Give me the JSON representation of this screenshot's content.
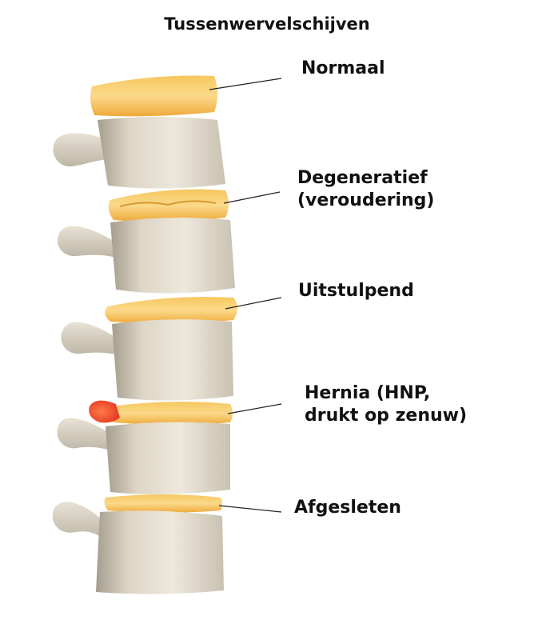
{
  "title": "Tussenwervelschijven",
  "labels": {
    "normaal": "Normaal",
    "degeneratief_line1": "Degeneratief",
    "degeneratief_line2": "(veroudering)",
    "uitstulpend": "Uitstulpend",
    "hernia_line1": "Hernia (HNP,",
    "hernia_line2": "drukt op zenuw)",
    "afgesleten": "Afgesleten"
  },
  "colors": {
    "bone": "#e6e0d2",
    "bone_shadow": "#b9b1a1",
    "disc": "#f2b548",
    "disc_light": "#fbd98a",
    "herniation": "#e8452b",
    "leader_line": "#222222"
  }
}
